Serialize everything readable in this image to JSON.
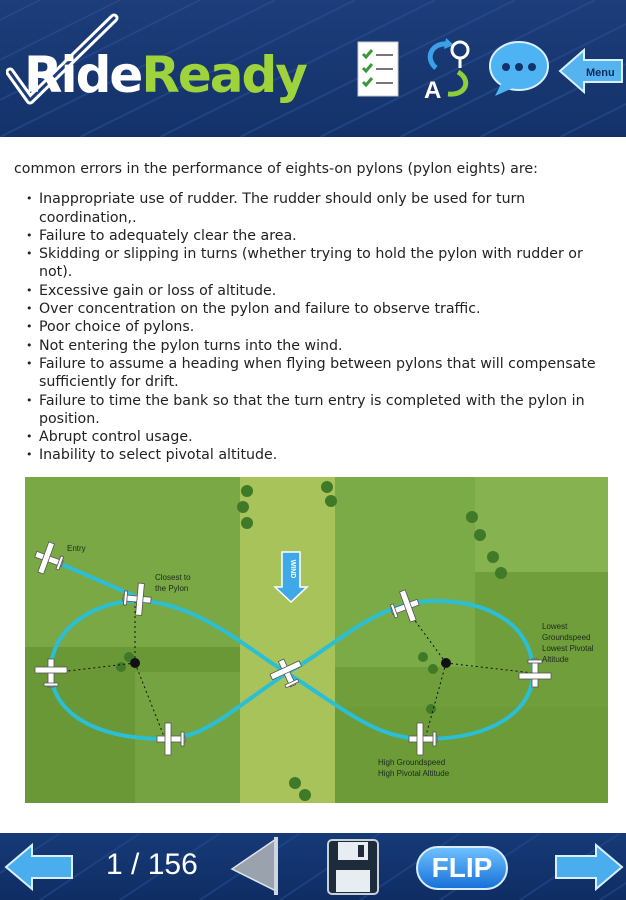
{
  "header": {
    "logo_ride": "Ride",
    "logo_ready": "Ready",
    "icons": [
      "checklist-icon",
      "translate-icon",
      "chat-icon",
      "menu-back-arrow-icon"
    ],
    "menu_label": "Menu"
  },
  "content": {
    "intro": "common errors in the performance of eights-on pylons (pylon eights) are:",
    "items": [
      "Inappropriate use of rudder. The rudder should only be used for turn coordination,.",
      "Failure to adequately clear the area.",
      "Skidding or slipping in turns (whether trying to hold the pylon with rudder or not).",
      "Excessive gain or loss of altitude.",
      "Over concentration on the pylon and failure to observe traffic.",
      "Poor choice of pylons.",
      "Not entering the pylon turns into the wind.",
      "Failure to assume a heading when flying between pylons that will compensate sufficiently for drift.",
      "Failure to time the bank so that the turn entry is completed with the pylon in position.",
      "Abrupt control usage.",
      "Inability to select pivotal altitude."
    ]
  },
  "figure": {
    "label_entry": "Entry",
    "label_closest_1": "Closest to",
    "label_closest_2": "the Pylon",
    "label_wind": "WIND",
    "label_lowest_1": "Lowest",
    "label_lowest_2": "Groundspeed",
    "label_lowest_3": "Lowest Pivotal",
    "label_lowest_4": "Altitude",
    "label_high_1": "High Groundspeed",
    "label_high_2": "High Pivotal Altitude"
  },
  "footer": {
    "page_current": "1",
    "page_total": "156",
    "flip_label": "FLIP",
    "icons": [
      "prev-arrow-icon",
      "bookmark-flag-icon",
      "save-disk-icon",
      "next-arrow-icon"
    ]
  },
  "colors": {
    "header_bg": "#1c3d7a",
    "logo_green": "#9fd33b",
    "field_green": "#6f9e3a",
    "flight_path": "#2bbfd6",
    "flip_blue": "#1772d8"
  }
}
